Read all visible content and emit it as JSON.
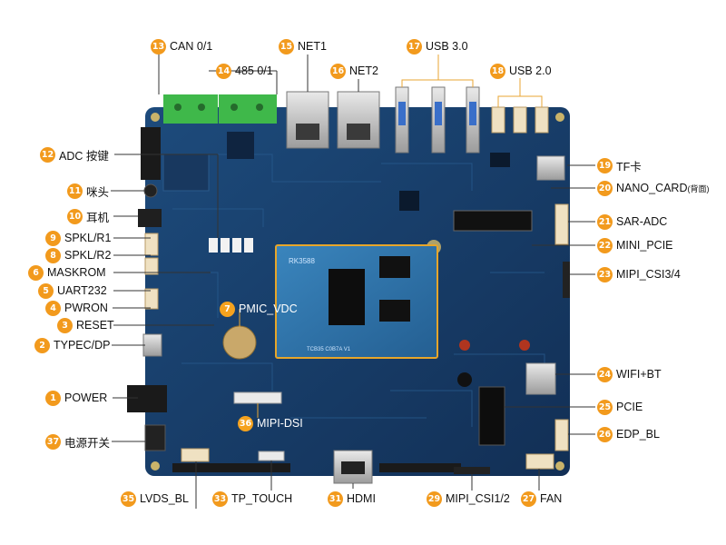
{
  "colors": {
    "pcb": "#163f6d",
    "badge": "#f29a1d",
    "core_module": "#2c6fa3",
    "module_border": "#e7a62a"
  },
  "board": {
    "core_silk_top": "RK3588",
    "core_silk_bottom": "TCB35 C0B7A V1"
  },
  "callouts": [
    {
      "num": "1",
      "label": "POWER"
    },
    {
      "num": "2",
      "label": "TYPEC/DP"
    },
    {
      "num": "3",
      "label": "RESET"
    },
    {
      "num": "4",
      "label": "PWRON"
    },
    {
      "num": "5",
      "label": "UART232"
    },
    {
      "num": "6",
      "label": "MASKROM"
    },
    {
      "num": "7",
      "label": "PMIC_VDC"
    },
    {
      "num": "8",
      "label": "SPKL/R2"
    },
    {
      "num": "9",
      "label": "SPKL/R1"
    },
    {
      "num": "10",
      "label": "耳机"
    },
    {
      "num": "11",
      "label": "咪头"
    },
    {
      "num": "12",
      "label": "ADC 按键"
    },
    {
      "num": "13",
      "label": "CAN 0/1"
    },
    {
      "num": "14",
      "label": "485 0/1"
    },
    {
      "num": "15",
      "label": "NET1"
    },
    {
      "num": "16",
      "label": "NET2"
    },
    {
      "num": "17",
      "label": "USB 3.0"
    },
    {
      "num": "18",
      "label": "USB 2.0"
    },
    {
      "num": "19",
      "label": "TF卡"
    },
    {
      "num": "20",
      "label": "NANO_CARD",
      "note": "(背面)"
    },
    {
      "num": "21",
      "label": "SAR-ADC"
    },
    {
      "num": "22",
      "label": "MINI_PCIE"
    },
    {
      "num": "23",
      "label": "MIPI_CSI3/4"
    },
    {
      "num": "24",
      "label": "WIFI+BT"
    },
    {
      "num": "25",
      "label": "PCIE"
    },
    {
      "num": "26",
      "label": "EDP_BL"
    },
    {
      "num": "27",
      "label": "FAN"
    },
    {
      "num": "29",
      "label": "MIPI_CSI1/2"
    },
    {
      "num": "31",
      "label": "HDMI"
    },
    {
      "num": "33",
      "label": "TP_TOUCH"
    },
    {
      "num": "35",
      "label": "LVDS_BL"
    },
    {
      "num": "36",
      "label": "MIPI-DSI"
    },
    {
      "num": "37",
      "label": "电源开关"
    }
  ]
}
